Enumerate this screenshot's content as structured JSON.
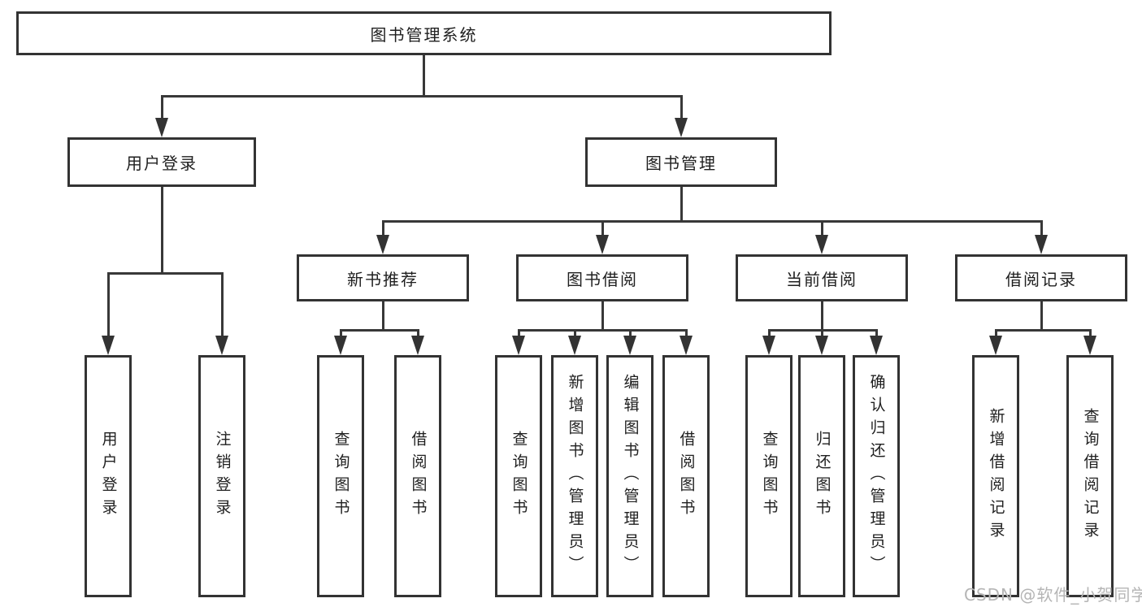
{
  "diagram": {
    "root": "图书管理系统",
    "branches": [
      {
        "label": "用户登录",
        "children": [
          "用户登录",
          "注销登录"
        ]
      },
      {
        "label": "图书管理",
        "children": [
          {
            "label": "新书推荐",
            "children": [
              "查询图书",
              "借阅图书"
            ]
          },
          {
            "label": "图书借阅",
            "children": [
              "查询图书",
              "新增图书（管理员）",
              "编辑图书（管理员）",
              "借阅图书"
            ]
          },
          {
            "label": "当前借阅",
            "children": [
              "查询图书",
              "归还图书",
              "确认归还（管理员）"
            ]
          },
          {
            "label": "借阅记录",
            "children": [
              "新增借阅记录",
              "查询借阅记录"
            ]
          }
        ]
      }
    ],
    "colors": {
      "line": "#383838",
      "border": "#333333",
      "text": "#1f1f1f",
      "background": "#ffffff",
      "watermark": "#b5b5b5"
    }
  },
  "watermark": {
    "text": "CSDN @软件_小贺同学"
  }
}
